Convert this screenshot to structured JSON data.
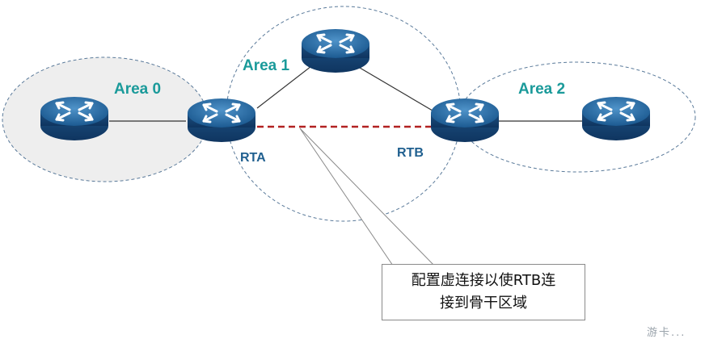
{
  "areas": {
    "area0": "Area 0",
    "area1": "Area 1",
    "area2": "Area 2"
  },
  "routers": {
    "rta": "RTA",
    "rtb": "RTB"
  },
  "callout": {
    "line1": "配置虚连接以使RTB连",
    "line2": "接到骨干区域"
  },
  "watermark": "游卡...",
  "colors": {
    "area_label": "#1a9a9a",
    "router_label": "#1f5f8f",
    "virtual_link": "#b22222",
    "area_border": "#5a7a9a",
    "backbone_fill": "#eeeeee",
    "router_body": "#1f5f9a"
  }
}
